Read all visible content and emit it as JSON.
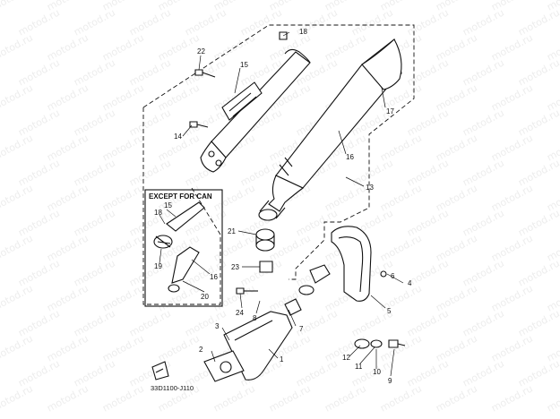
{
  "diagram": {
    "watermark_text": "motod.ru",
    "inset_title": "EXCEPT FOR CAN",
    "diagram_code": "33D1100-J110",
    "part_labels": [
      "1",
      "2",
      "3",
      "4",
      "5",
      "6",
      "7",
      "8",
      "9",
      "10",
      "11",
      "12",
      "13",
      "14",
      "15",
      "16",
      "17",
      "18",
      "19",
      "20",
      "21",
      "22",
      "23",
      "24"
    ],
    "inset_labels": [
      "15",
      "16",
      "18",
      "19",
      "20"
    ]
  }
}
